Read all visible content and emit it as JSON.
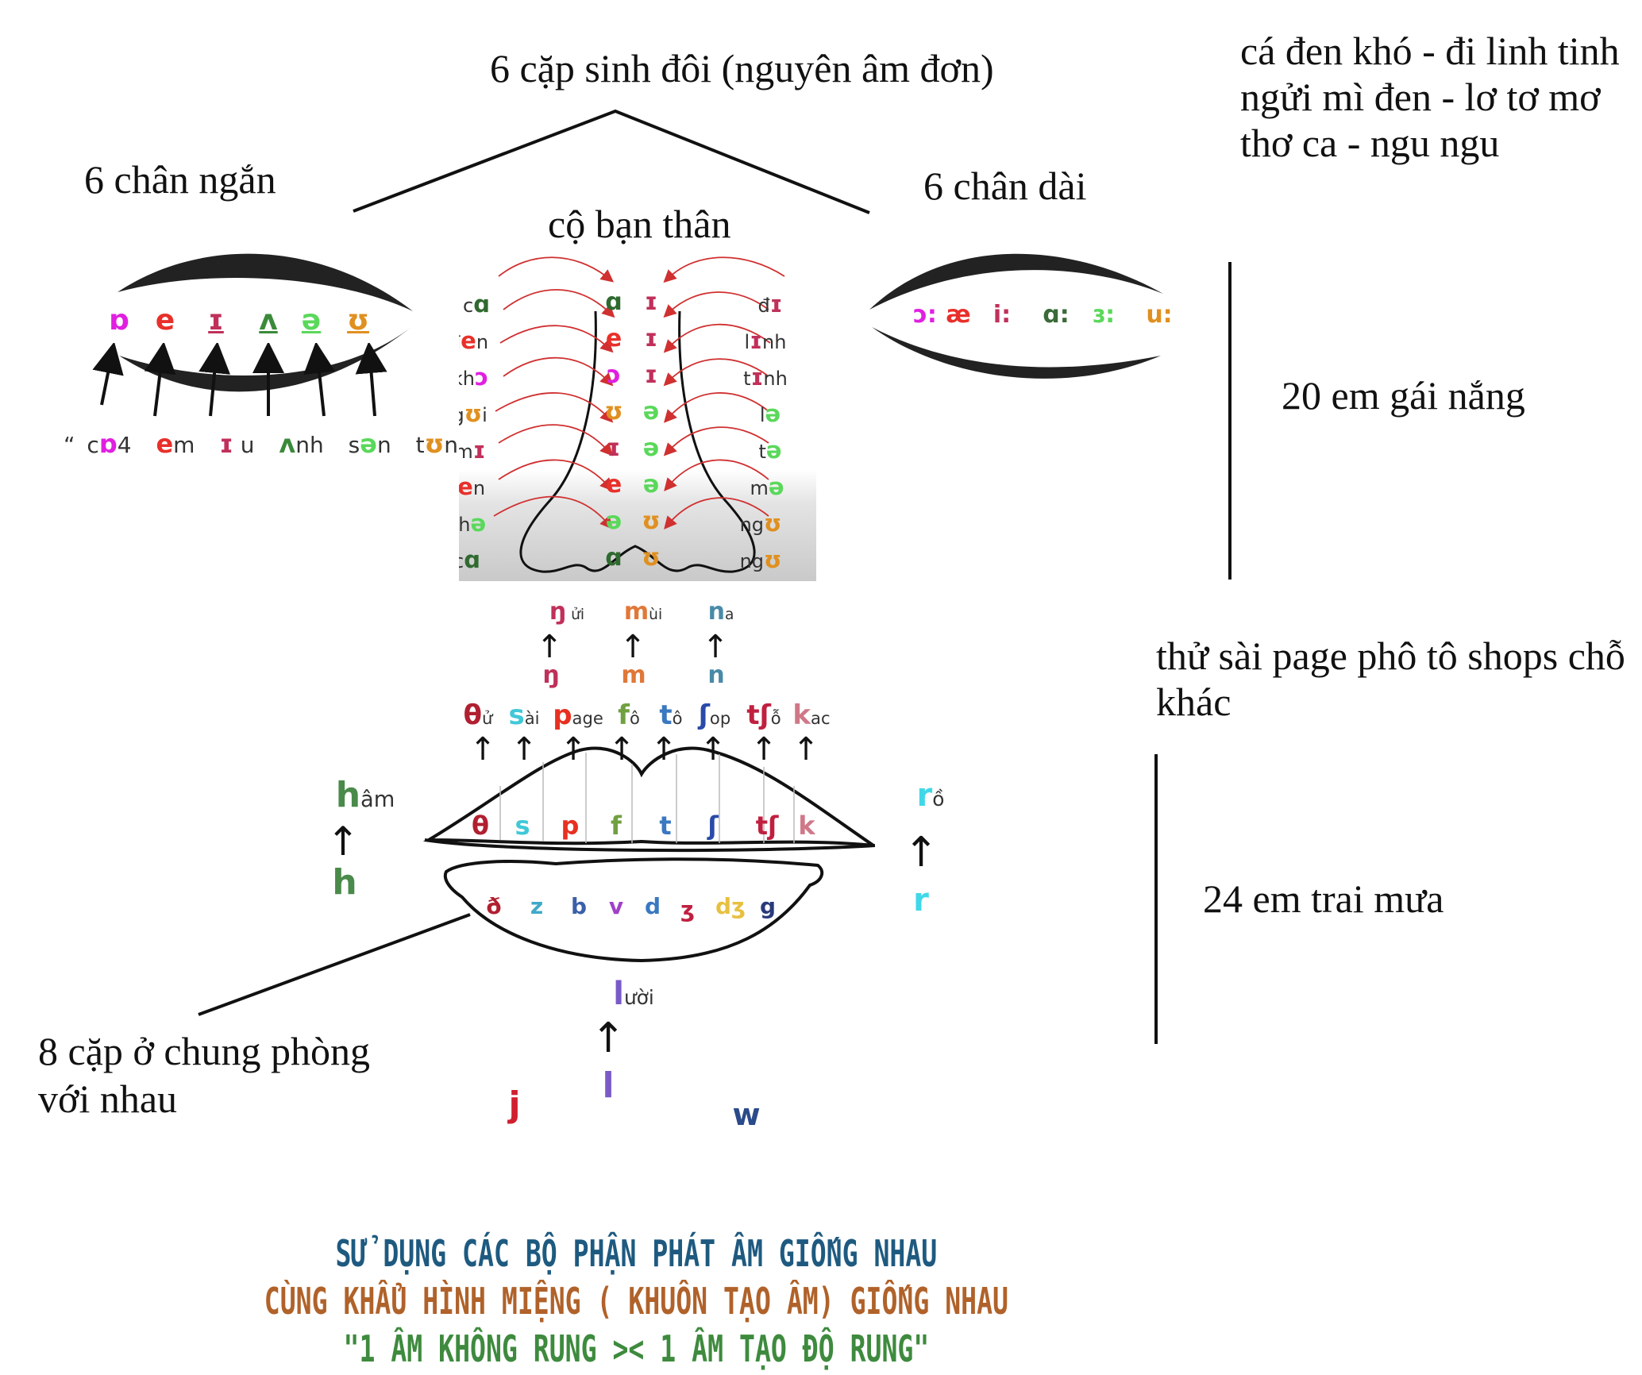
{
  "top_title": "6 cặp sinh đôi  (nguyên âm đơn)",
  "left_label": "6 chân ngắn",
  "right_label": "6 chân dài",
  "center_label": "cộ bạn thân",
  "right_notes": [
    "cá đen khó - đi linh tinh",
    "ngửi mì đen - lơ tơ mơ",
    "thơ ca - ngu ngu"
  ],
  "vowels_label": "20 em gái nắng",
  "consonant_note": [
    "thử sài page phô tô shops chỗ",
    "khác"
  ],
  "consonants_label": "24 em trai mưa",
  "pairs_label": [
    "8 cặp ở chung phòng",
    "với nhau"
  ],
  "short_vowels": [
    {
      "symbol": "ɒ",
      "color": "#e020e0"
    },
    {
      "symbol": "e",
      "color": "#e8302a"
    },
    {
      "symbol": "ɪ",
      "color": "#c0305a"
    },
    {
      "symbol": "ʌ",
      "color": "#3a8a3a"
    },
    {
      "symbol": "ə",
      "color": "#5ad85a"
    },
    {
      "symbol": "ʊ",
      "color": "#e09020"
    }
  ],
  "short_mnemonic": {
    "open": "“",
    "parts": [
      {
        "pre": "c",
        "sym": "ɒ",
        "post": "4",
        "color": "#e020e0"
      },
      {
        "pre": "",
        "sym": "e",
        "post": "m",
        "color": "#e8302a"
      },
      {
        "pre": "",
        "sym": "ɪ",
        "post": " u",
        "color": "#c0305a"
      },
      {
        "pre": "",
        "sym": "ʌ",
        "post": "nh",
        "color": "#3a8a3a"
      },
      {
        "pre": "s",
        "sym": "ə",
        "post": "n",
        "color": "#5ad85a"
      },
      {
        "pre": "t",
        "sym": "ʊ",
        "post": "ng",
        "color": "#e09020"
      }
    ],
    "close": "”"
  },
  "long_vowels": [
    {
      "symbol": "ɔ:",
      "color": "#e020e0"
    },
    {
      "symbol": "æ",
      "color": "#e8302a"
    },
    {
      "symbol": "i:",
      "color": "#c0305a"
    },
    {
      "symbol": "ɑ:",
      "color": "#3a6a3a"
    },
    {
      "symbol": "ɜ:",
      "color": "#5ad85a"
    },
    {
      "symbol": "u:",
      "color": "#e09020"
    }
  ],
  "nose_left_words": [
    {
      "pre": "c",
      "sym": "ɑ",
      "post": "",
      "color": "#2f6a2f"
    },
    {
      "pre": "đ",
      "sym": "e",
      "post": "n",
      "color": "#e8302a"
    },
    {
      "pre": "kh",
      "sym": "ɔ",
      "post": "",
      "color": "#e020e0"
    },
    {
      "pre": "ng",
      "sym": "ʊ",
      "post": "i",
      "color": "#e09020"
    },
    {
      "pre": "m",
      "sym": "ɪ",
      "post": "",
      "color": "#c0305a"
    },
    {
      "pre": "đ",
      "sym": "e",
      "post": "n",
      "color": "#e8302a"
    },
    {
      "pre": "th",
      "sym": "ə",
      "post": "",
      "color": "#5ad85a"
    },
    {
      "pre": "c",
      "sym": "ɑ",
      "post": "",
      "color": "#2f6a2f"
    }
  ],
  "nose_mid_left": [
    {
      "sym": "ɑ",
      "color": "#2f6a2f"
    },
    {
      "sym": "e",
      "color": "#e8302a"
    },
    {
      "sym": "ɔ",
      "color": "#e020e0"
    },
    {
      "sym": "ʊ",
      "color": "#e09020"
    },
    {
      "sym": "ɪ",
      "color": "#c0305a"
    },
    {
      "sym": "e",
      "color": "#e8302a"
    },
    {
      "sym": "ə",
      "color": "#5ad85a"
    },
    {
      "sym": "ɑ",
      "color": "#2f6a2f"
    }
  ],
  "nose_mid_right": [
    {
      "sym": "ɪ",
      "color": "#c0305a"
    },
    {
      "sym": "ɪ",
      "color": "#c0305a"
    },
    {
      "sym": "ɪ",
      "color": "#c0305a"
    },
    {
      "sym": "ə",
      "color": "#5ad85a"
    },
    {
      "sym": "ə",
      "color": "#5ad85a"
    },
    {
      "sym": "ə",
      "color": "#5ad85a"
    },
    {
      "sym": "ʊ",
      "color": "#e09020"
    },
    {
      "sym": "ʊ",
      "color": "#e09020"
    }
  ],
  "nose_right_words": [
    {
      "pre": "đ",
      "sym": "ɪ",
      "post": "",
      "color": "#c0305a"
    },
    {
      "pre": "l",
      "sym": "ɪ",
      "post": "nh",
      "color": "#c0305a"
    },
    {
      "pre": "t",
      "sym": "ɪ",
      "post": "nh",
      "color": "#c0305a"
    },
    {
      "pre": "l",
      "sym": "ə",
      "post": "",
      "color": "#5ad85a"
    },
    {
      "pre": "t",
      "sym": "ə",
      "post": "",
      "color": "#5ad85a"
    },
    {
      "pre": "m",
      "sym": "ə",
      "post": "",
      "color": "#5ad85a"
    },
    {
      "pre": "ng",
      "sym": "ʊ",
      "post": "",
      "color": "#e09020"
    },
    {
      "pre": "ng",
      "sym": "ʊ",
      "post": "",
      "color": "#e09020"
    }
  ],
  "nasal_words": [
    {
      "sym": "ŋ",
      "post": " ửi",
      "color": "#c0305a"
    },
    {
      "sym": "m",
      "post": "ùi",
      "color": "#e07838"
    },
    {
      "sym": "n",
      "post": "a",
      "color": "#4a8aa8"
    }
  ],
  "nasals": [
    {
      "sym": "ŋ",
      "color": "#c0305a"
    },
    {
      "sym": "m",
      "color": "#e07838"
    },
    {
      "sym": "n",
      "color": "#4a8aa8"
    }
  ],
  "unvoiced_words": [
    {
      "sym": "θ",
      "post": "ử",
      "color": "#b02030"
    },
    {
      "sym": "s",
      "post": "ài",
      "color": "#40c8d8"
    },
    {
      "sym": "p",
      "post": "age",
      "color": "#e83020"
    },
    {
      "sym": "f",
      "post": "ô",
      "color": "#70a040"
    },
    {
      "sym": "t",
      "post": "ô",
      "color": "#3a78c0"
    },
    {
      "sym": "ʃ",
      "post": "op",
      "color": "#2a4aa8"
    },
    {
      "sym": "tʃ",
      "post": "ỗ",
      "color": "#c02040"
    },
    {
      "sym": "k",
      "post": "ac",
      "color": "#d07888"
    }
  ],
  "unvoiced": [
    {
      "sym": "θ",
      "color": "#b02030"
    },
    {
      "sym": "s",
      "color": "#40c8d8"
    },
    {
      "sym": "p",
      "color": "#e83020"
    },
    {
      "sym": "f",
      "color": "#70a040"
    },
    {
      "sym": "t",
      "color": "#3a78c0"
    },
    {
      "sym": "ʃ",
      "color": "#2a4aa8"
    },
    {
      "sym": "tʃ",
      "color": "#c02040"
    },
    {
      "sym": "k",
      "color": "#d07888"
    }
  ],
  "voiced": [
    {
      "sym": "ð",
      "color": "#b02030"
    },
    {
      "sym": "z",
      "color": "#40a8c8"
    },
    {
      "sym": "b",
      "color": "#3a60a8"
    },
    {
      "sym": "v",
      "color": "#a040c8"
    },
    {
      "sym": "d",
      "color": "#3a78c0"
    },
    {
      "sym": "ʒ",
      "color": "#c02040"
    },
    {
      "sym": "dʒ",
      "color": "#e8c040"
    },
    {
      "sym": "g",
      "color": "#2a3a7a"
    }
  ],
  "h_word": {
    "sym": "h",
    "post": "âm",
    "color": "#4a8a4a"
  },
  "h_base": {
    "sym": "h",
    "color": "#4a8a4a"
  },
  "r_word": {
    "sym": "r",
    "post": "ồ",
    "color": "#40d8e8"
  },
  "r_base": {
    "sym": "r",
    "color": "#40d8e8"
  },
  "l_word": {
    "sym": "l",
    "post": "ười",
    "color": "#7a5ac8"
  },
  "l_base": {
    "sym": "l",
    "color": "#7a5ac8"
  },
  "j_base": {
    "sym": "j",
    "color": "#d02030"
  },
  "w_base": {
    "sym": "w",
    "color": "#2a4a8a"
  },
  "caption": [
    {
      "text": "SỬ DỤNG CÁC BỘ PHẬN PHÁT ÂM GIỐNG NHAU",
      "color": "#1e5a80"
    },
    {
      "text": "CÙNG KHẨU HÌNH MIỆNG ( KHUÔN TẠO ÂM) GIỐNG NHAU",
      "color": "#b0622a"
    },
    {
      "text": "\"1 ÂM KHÔNG RUNG >< 1 ÂM TẠO ĐỘ RUNG\"",
      "color": "#3e8a3e"
    }
  ],
  "arrow_glyph": "↑"
}
